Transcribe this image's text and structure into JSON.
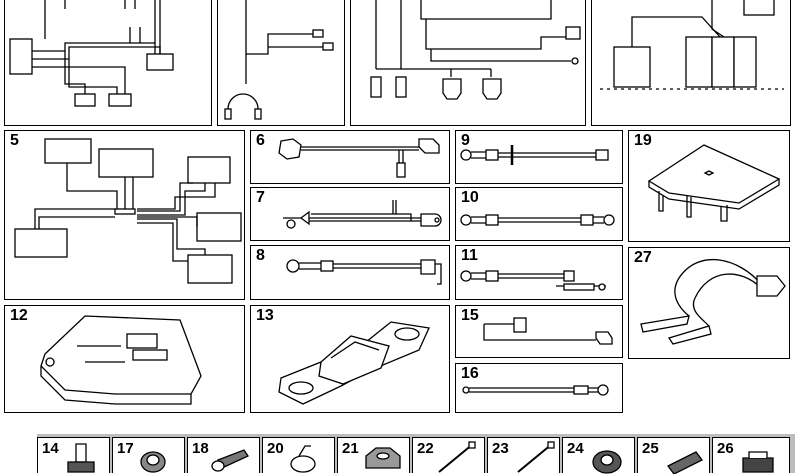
{
  "panels": {
    "p5": "5",
    "p6": "6",
    "p7": "7",
    "p8": "8",
    "p9": "9",
    "p10": "10",
    "p11": "11",
    "p12": "12",
    "p13": "13",
    "p15": "15",
    "p16": "16",
    "p19": "19",
    "p27": "27"
  },
  "strip": [
    "14",
    "17",
    "18",
    "20",
    "21",
    "22",
    "23",
    "24",
    "25",
    "26"
  ]
}
